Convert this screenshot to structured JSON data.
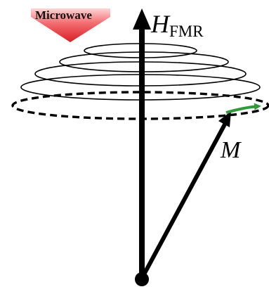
{
  "labels": {
    "microwave": "Microwave",
    "field_symbol": "H",
    "field_subscript": "FMR",
    "magnetization": "M"
  },
  "colors": {
    "stroke": "#000000",
    "microwave_arrow": "#e8353a",
    "microwave_arrow_light": "#ffd6d6",
    "precession_arrow": "#2e9a3a"
  },
  "icons": {
    "microwave": "down-arrow-icon",
    "precession": "curved-arrow-icon"
  }
}
